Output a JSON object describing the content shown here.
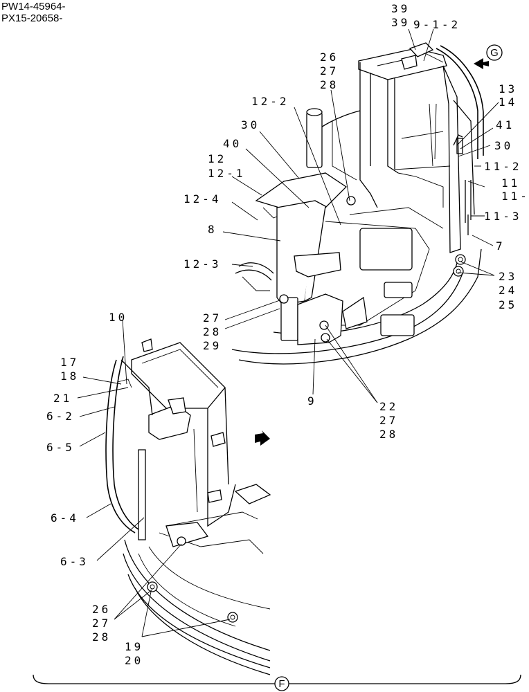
{
  "serials": [
    "PW14-45964-",
    "PX15-20658-"
  ],
  "view_markers": {
    "top": "G",
    "bottom": "F"
  },
  "callouts": {
    "c39a": "39",
    "c39b": "39",
    "c39_1_2": "9-1-2",
    "c26a": "26",
    "c27a": "27",
    "c28a": "28",
    "c12_2": "12-2",
    "c30a": "30",
    "c40": "40",
    "c12": "12",
    "c12_1": "12-1",
    "c12_4": "12-4",
    "c8": "8",
    "c12_3": "12-3",
    "c13": "13",
    "c14": "14",
    "c41": "41",
    "c30b": "30",
    "c11_2": "11-2",
    "c11": "11",
    "c11_1": "11-",
    "c11_3": "11-3",
    "c7": "7",
    "c23": "23",
    "c24": "24",
    "c25": "25",
    "c27b": "27",
    "c28b": "28",
    "c29": "29",
    "c9": "9",
    "c22": "22",
    "c27c": "27",
    "c28c": "28",
    "c10": "10",
    "c17": "17",
    "c18": "18",
    "c21": "21",
    "c6_2": "6-2",
    "c6_5": "6-5",
    "c6_4": "6-4",
    "c6_3": "6-3",
    "c26b": "26",
    "c27d": "27",
    "c28d": "28",
    "c19": "19",
    "c20": "20"
  }
}
